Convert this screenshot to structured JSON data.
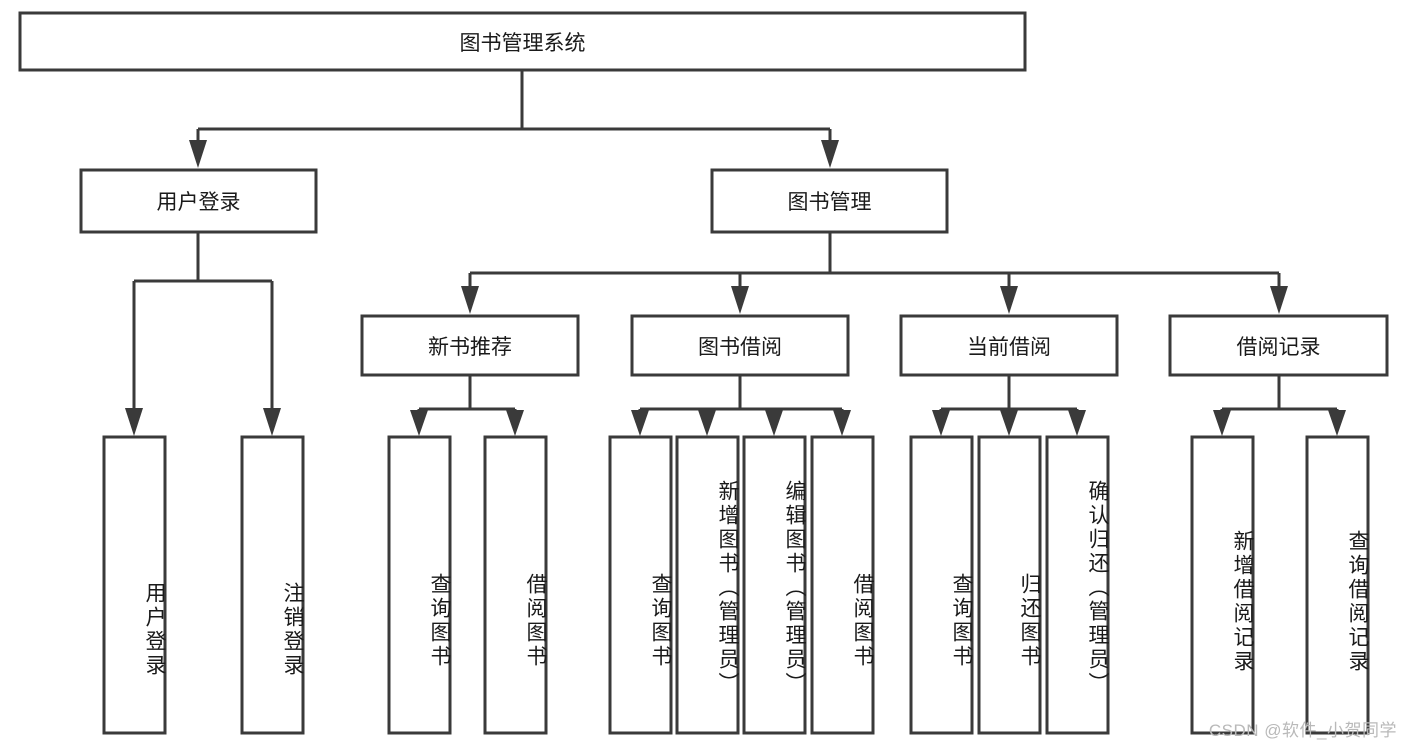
{
  "diagram": {
    "type": "tree-hierarchy",
    "title": "图书管理系统",
    "root": {
      "label": "图书管理系统",
      "level": 1
    },
    "level2": [
      {
        "label": "用户登录"
      },
      {
        "label": "图书管理"
      }
    ],
    "level3": [
      {
        "label": "新书推荐",
        "parent": "图书管理"
      },
      {
        "label": "图书借阅",
        "parent": "图书管理"
      },
      {
        "label": "当前借阅",
        "parent": "图书管理"
      },
      {
        "label": "借阅记录",
        "parent": "图书管理"
      }
    ],
    "leaves": {
      "user_login": [
        {
          "label": "用户登录"
        },
        {
          "label": "注销登录"
        }
      ],
      "new_book_recommend": [
        {
          "label": "查询图书"
        },
        {
          "label": "借阅图书"
        }
      ],
      "book_borrow": [
        {
          "label": "查询图书"
        },
        {
          "label": "新增图书（管理员）"
        },
        {
          "label": "编辑图书（管理员）"
        },
        {
          "label": "借阅图书"
        }
      ],
      "current_borrow": [
        {
          "label": "查询图书"
        },
        {
          "label": "归还图书"
        },
        {
          "label": "确认归还（管理员）"
        }
      ],
      "borrow_record": [
        {
          "label": "新增借阅记录"
        },
        {
          "label": "查询借阅记录"
        }
      ]
    }
  },
  "watermark": {
    "text": "CSDN @软件_小贺同学"
  },
  "colors": {
    "stroke": "#3a3a3a",
    "fill": "#ffffff",
    "text": "#1a1a1a",
    "watermark": "#b9b9b9"
  }
}
